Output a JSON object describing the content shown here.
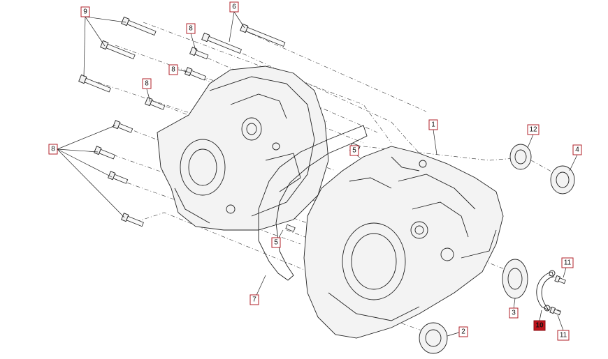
{
  "callouts": [
    {
      "id": "c9",
      "text": "9"
    },
    {
      "id": "c6",
      "text": "6"
    },
    {
      "id": "c8a",
      "text": "8"
    },
    {
      "id": "c8b",
      "text": "8"
    },
    {
      "id": "c8c",
      "text": "8"
    },
    {
      "id": "c8d",
      "text": "8"
    },
    {
      "id": "c1",
      "text": "1"
    },
    {
      "id": "c12",
      "text": "12"
    },
    {
      "id": "c4",
      "text": "4"
    },
    {
      "id": "c5a",
      "text": "5"
    },
    {
      "id": "c5b",
      "text": "5"
    },
    {
      "id": "c7",
      "text": "7"
    },
    {
      "id": "c11a",
      "text": "11"
    },
    {
      "id": "c3",
      "text": "3"
    },
    {
      "id": "c10",
      "text": "10"
    },
    {
      "id": "c11b",
      "text": "11"
    },
    {
      "id": "c2",
      "text": "2"
    }
  ]
}
